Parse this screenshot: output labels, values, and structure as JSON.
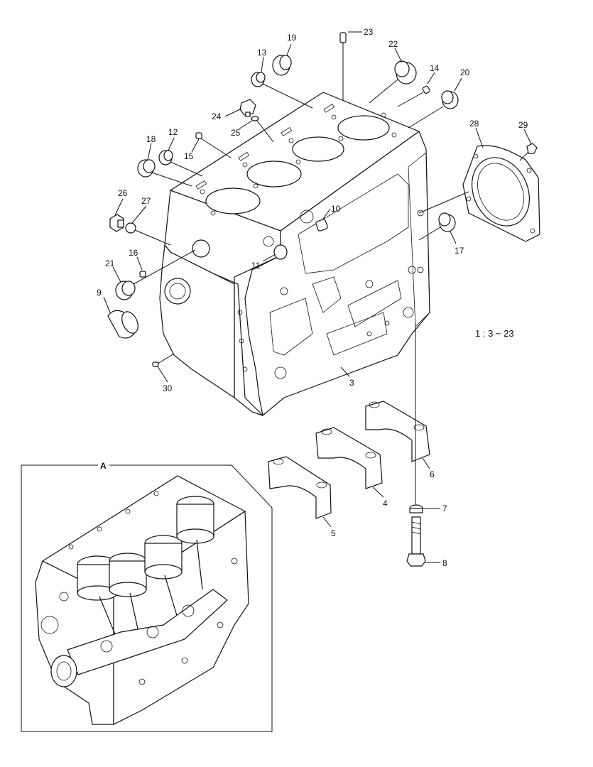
{
  "callouts": {
    "c3": "3",
    "c4": "4",
    "c5": "5",
    "c6": "6",
    "c7": "7",
    "c8": "8",
    "c9": "9",
    "c10": "10",
    "c11": "11",
    "c12": "12",
    "c13": "13",
    "c14": "14",
    "c15": "15",
    "c16": "16",
    "c17": "17",
    "c18": "18",
    "c19": "19",
    "c20": "20",
    "c21": "21",
    "c22": "22",
    "c23": "23",
    "c24": "24",
    "c25": "25",
    "c26": "26",
    "c27": "27",
    "c28": "28",
    "c29": "29",
    "c30": "30"
  },
  "ratio_note": "1 : 3 ~ 23",
  "inset_label": "A"
}
